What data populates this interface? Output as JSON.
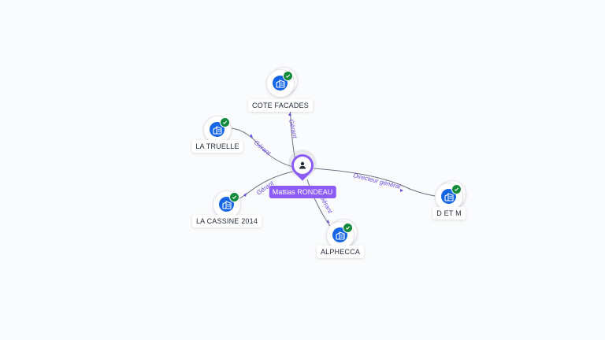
{
  "graph": {
    "center": {
      "name": "Mattias RONDEAU",
      "icon": "person-icon"
    },
    "companies": [
      {
        "key": "cote",
        "name": "COTE FACADES",
        "role": "Gérant",
        "icon": "building-icon",
        "verified": true
      },
      {
        "key": "truelle",
        "name": "LA TRUELLE",
        "role": "Gérant",
        "icon": "building-icon",
        "verified": true
      },
      {
        "key": "cassine",
        "name": "LA CASSINE 2014",
        "role": "Gérant",
        "icon": "building-icon",
        "verified": true
      },
      {
        "key": "alphecca",
        "name": "ALPHECCA",
        "role": "Gérant",
        "icon": "building-icon",
        "verified": true
      },
      {
        "key": "detm",
        "name": "D ET M",
        "role": "Directeur général",
        "icon": "building-icon",
        "verified": true
      }
    ]
  },
  "colors": {
    "person": "#8b5cf6",
    "company": "#1464e6",
    "verified": "#118a3a",
    "edge_label": "#6b4ce6"
  }
}
